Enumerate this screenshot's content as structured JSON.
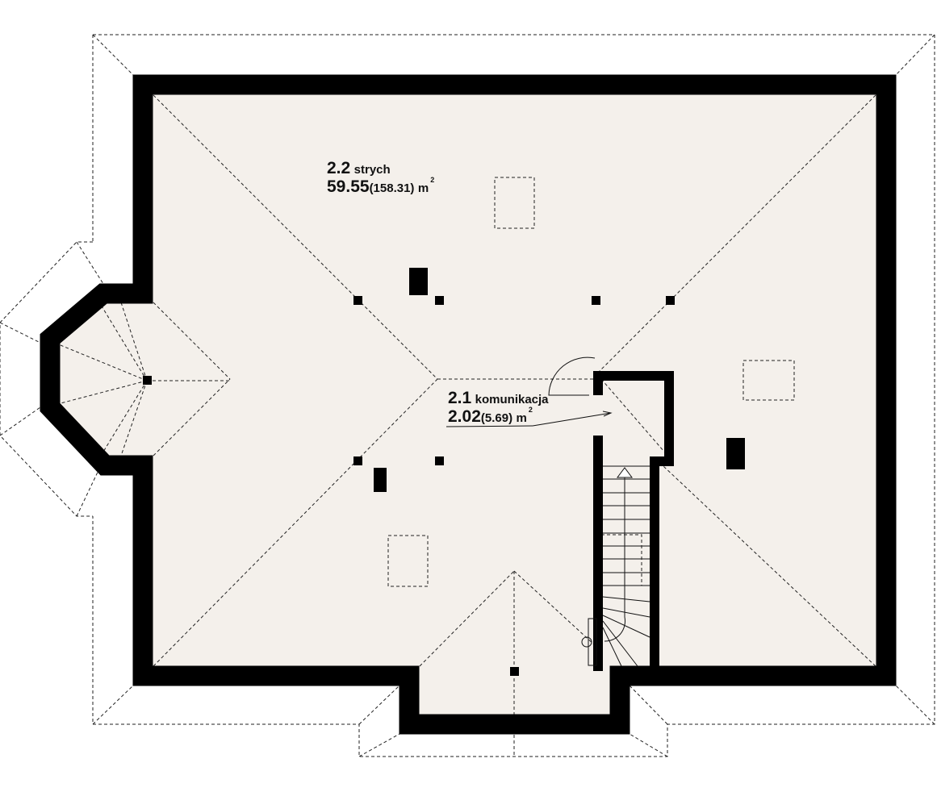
{
  "rooms": [
    {
      "number": "2.2",
      "name": "strych",
      "area": "59.55",
      "area_total": "(158.31)",
      "unit": "m",
      "unit_exp": "2"
    },
    {
      "number": "2.1",
      "name": "komunikacja",
      "area": "2.02",
      "area_total": "(5.69)",
      "unit": "m",
      "unit_exp": "2"
    }
  ],
  "colors": {
    "floor": "#f4f0eb",
    "wall": "#000000"
  }
}
